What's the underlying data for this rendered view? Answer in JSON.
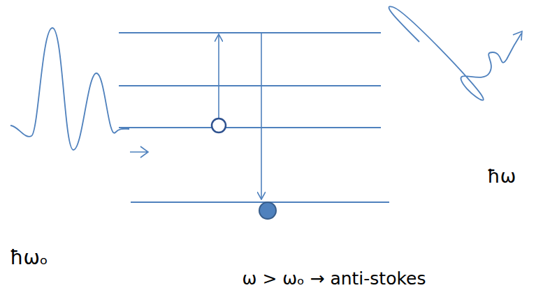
{
  "diagram": {
    "labels": [
      "ħω",
      "ħωₒ",
      "ω > ωₒ → anti-stokes"
    ]
  }
}
